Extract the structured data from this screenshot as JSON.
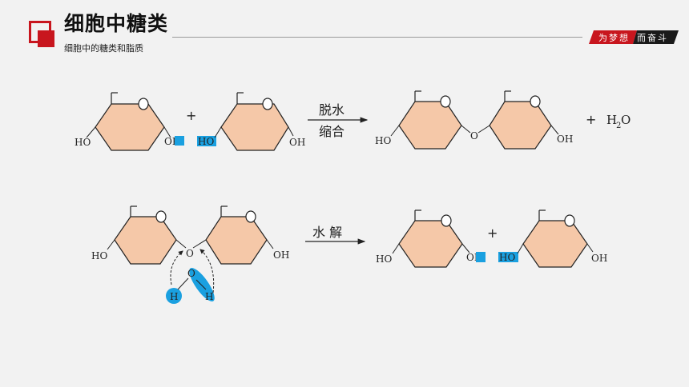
{
  "header": {
    "title": "细胞中糖类",
    "subtitle": "细胞中的糖类和脂质",
    "slogan_red": "为梦想",
    "slogan_dark": "而奋斗"
  },
  "diagram": {
    "ho": "HO",
    "oh": "OH",
    "o": "O",
    "h": "H",
    "plus": "+",
    "water_h": "H",
    "water_sub": "2",
    "water_o": "O",
    "condensation_top": "脱水",
    "condensation_bottom": "缩合",
    "hydrolysis": "水 解"
  },
  "colors": {
    "ring_fill": "#f5c8a8",
    "highlight": "#1aa0e0",
    "accent_red": "#c8161e",
    "slogan_dark": "#1a1a1a"
  }
}
